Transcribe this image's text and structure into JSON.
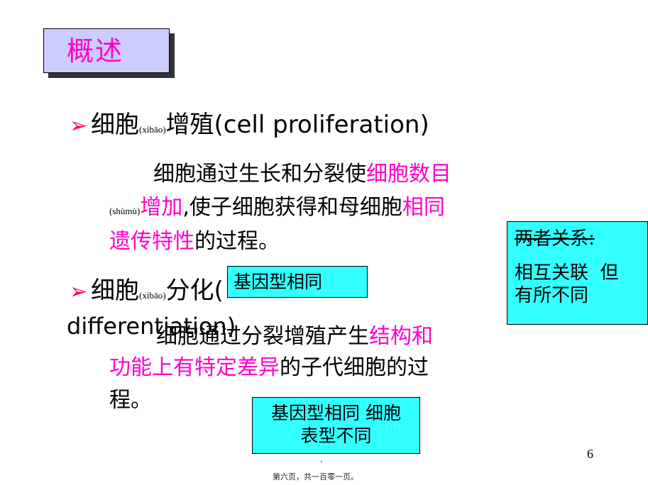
{
  "title": "概述",
  "bullet_symbol": "➢",
  "section1": {
    "heading_cn": "细胞",
    "heading_ruby": "(xìbāo)",
    "heading_rest": "增殖(cell proliferation)",
    "line1_a": "细胞通过生长和分裂使",
    "line1_b": "细胞数目",
    "line2_ruby": "(shùmù)",
    "line2_a": "增加",
    "line2_b": ",使子细胞获得和母细胞",
    "line2_c": "相同",
    "line3_a": "遗传特性",
    "line3_b": "的过程。"
  },
  "section2": {
    "heading_cn": "细胞",
    "heading_ruby": "(xìbāo)",
    "heading_rest": "分化(",
    "heading_line2": "differentiation)",
    "line1_a": "细胞通过分裂增殖产生",
    "line1_b": "结构和",
    "line2_a": "功能上有特定差异",
    "line2_b": "的子代细胞的过",
    "line3": "程。"
  },
  "note1": {
    "text": "基因型相同"
  },
  "note2": {
    "title": "两者关系:",
    "line1": "相互关联  但",
    "line2": "有所不同"
  },
  "note3": {
    "line1": "基因型相同 细胞",
    "line2": "表型不同"
  },
  "page_number": "6",
  "dot": ".",
  "footer": "第六页，共一百零一页。",
  "colors": {
    "accent": "#ff00cc",
    "title_bg": "#ccccff",
    "note_bg": "#33ffff",
    "bullet": "#ff0066"
  }
}
